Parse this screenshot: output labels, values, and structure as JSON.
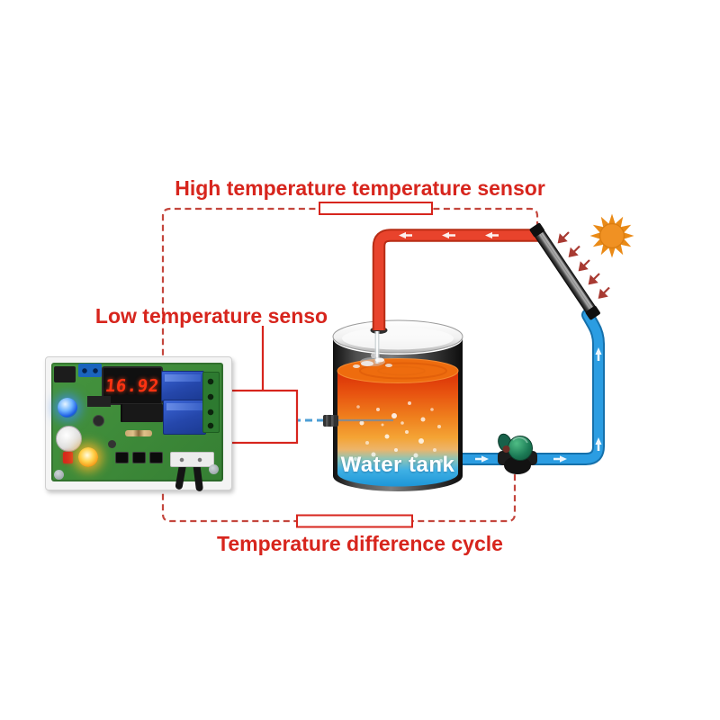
{
  "labels": {
    "high_sensor": "High temperature temperature sensor",
    "low_sensor": "Low temperature senso",
    "cycle": "Temperature difference cycle"
  },
  "tank": {
    "label": "Water tank"
  },
  "controller": {
    "display_value": "16.92"
  },
  "icons": {
    "sun": "sun-icon",
    "sunray_arrows": "sunray-arrow-icon",
    "solar_collector": "solar-collector",
    "pump": "pump-icon",
    "water_tank": "water-tank",
    "controller_board": "controller-board-photo",
    "hot_pipe": "hot-water-pipe",
    "cold_pipe": "cold-water-pipe",
    "flow_arrows": "flow-arrow-icon",
    "sensor_probe": "temperature-probe-icon",
    "sensor_wiring": "dashed-wiring-loop"
  },
  "colors": {
    "label_red": "#d7251d",
    "dash_red": "#c4463d",
    "hot_pipe": "#e8432c",
    "hot_pipe_edge": "#b72c14",
    "cold_pipe": "#2b9de2",
    "cold_pipe_edge": "#1570ab",
    "sensor_link_blue": "#4d9fd6",
    "sun_orange": "#f09123",
    "pump_green": "#1e7f5a",
    "pcb_green": "#3e8e3b",
    "display_red": "#ff3312",
    "water_hot": "#d92f06",
    "water_cold": "#1d96d8"
  }
}
